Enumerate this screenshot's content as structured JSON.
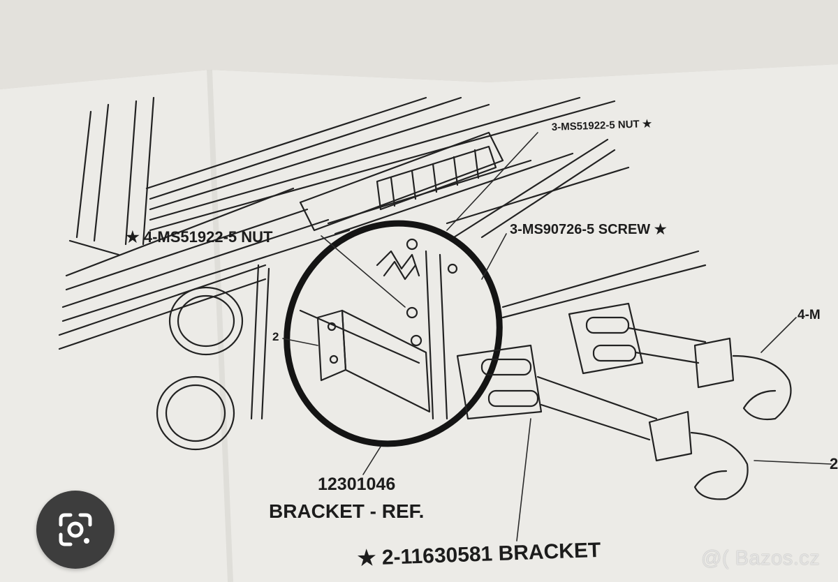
{
  "labels": {
    "nut_top": "3-MS51922-5 NUT ★",
    "nut_left": "★ 4-MS51922-5 NUT",
    "screw": "3-MS90726-5 SCREW ★",
    "part_number": "12301046",
    "bracket_ref": "BRACKET - REF.",
    "bracket_bottom": "★ 2-11630581 BRACKET",
    "right_mid": "4-M",
    "right_low": "2",
    "left_two": "2"
  },
  "watermark": "@( Bazos.cz",
  "icons": {
    "lens": "google-lens-icon"
  },
  "colors": {
    "paper": "#ecebe7",
    "ink": "#1c1c1c",
    "circle_marker": "#141414"
  }
}
